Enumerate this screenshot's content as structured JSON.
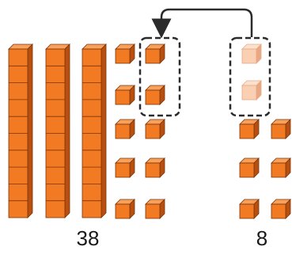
{
  "diagram": {
    "left_group": {
      "number_label": "38",
      "tens_rods": 3,
      "ones_cubes": 8
    },
    "right_group": {
      "number_label": "8",
      "ones_cubes": 8,
      "cubes_moved": 2
    },
    "arrow": {
      "from": "right-group-highlighted-pair",
      "to": "left-group-highlighted-pair"
    },
    "colors": {
      "cube_front": "#f27a22",
      "cube_top": "#f9a05a",
      "cube_side": "#b84f10",
      "cube_outline": "#7a3408",
      "faded_cube_front": "#f9d0b2",
      "faded_cube_top": "#fbe2cf",
      "faded_cube_side": "#e9a884",
      "highlight_border": "#2b2b2b",
      "arrow": "#2b2b2b"
    }
  }
}
